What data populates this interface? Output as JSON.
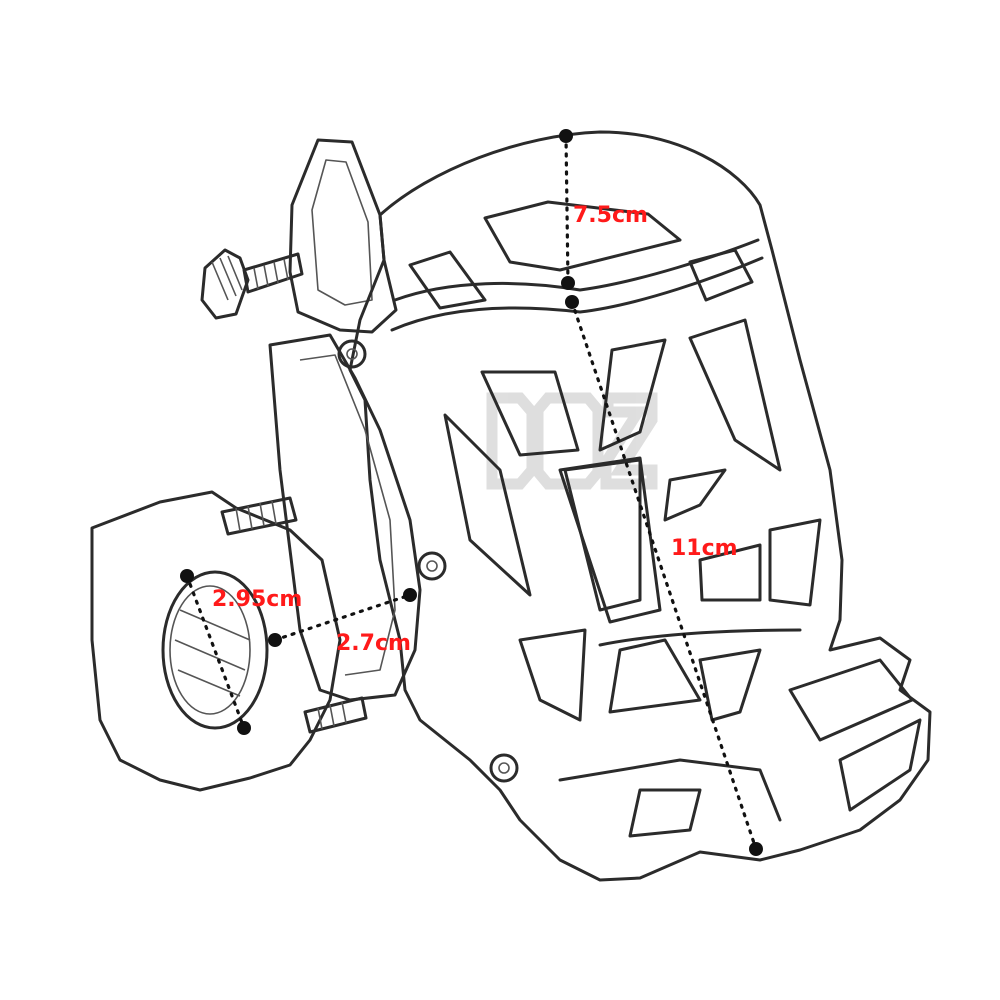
{
  "dimensions": {
    "cup_width": "7.5cm",
    "cup_height": "11cm",
    "clamp_diameter": "2.95cm",
    "clamp_offset": "2.7cm"
  },
  "watermark": "DOZ",
  "colors": {
    "label": "#ff1a1a",
    "line": "#2b2b2b",
    "background": "#ffffff"
  }
}
